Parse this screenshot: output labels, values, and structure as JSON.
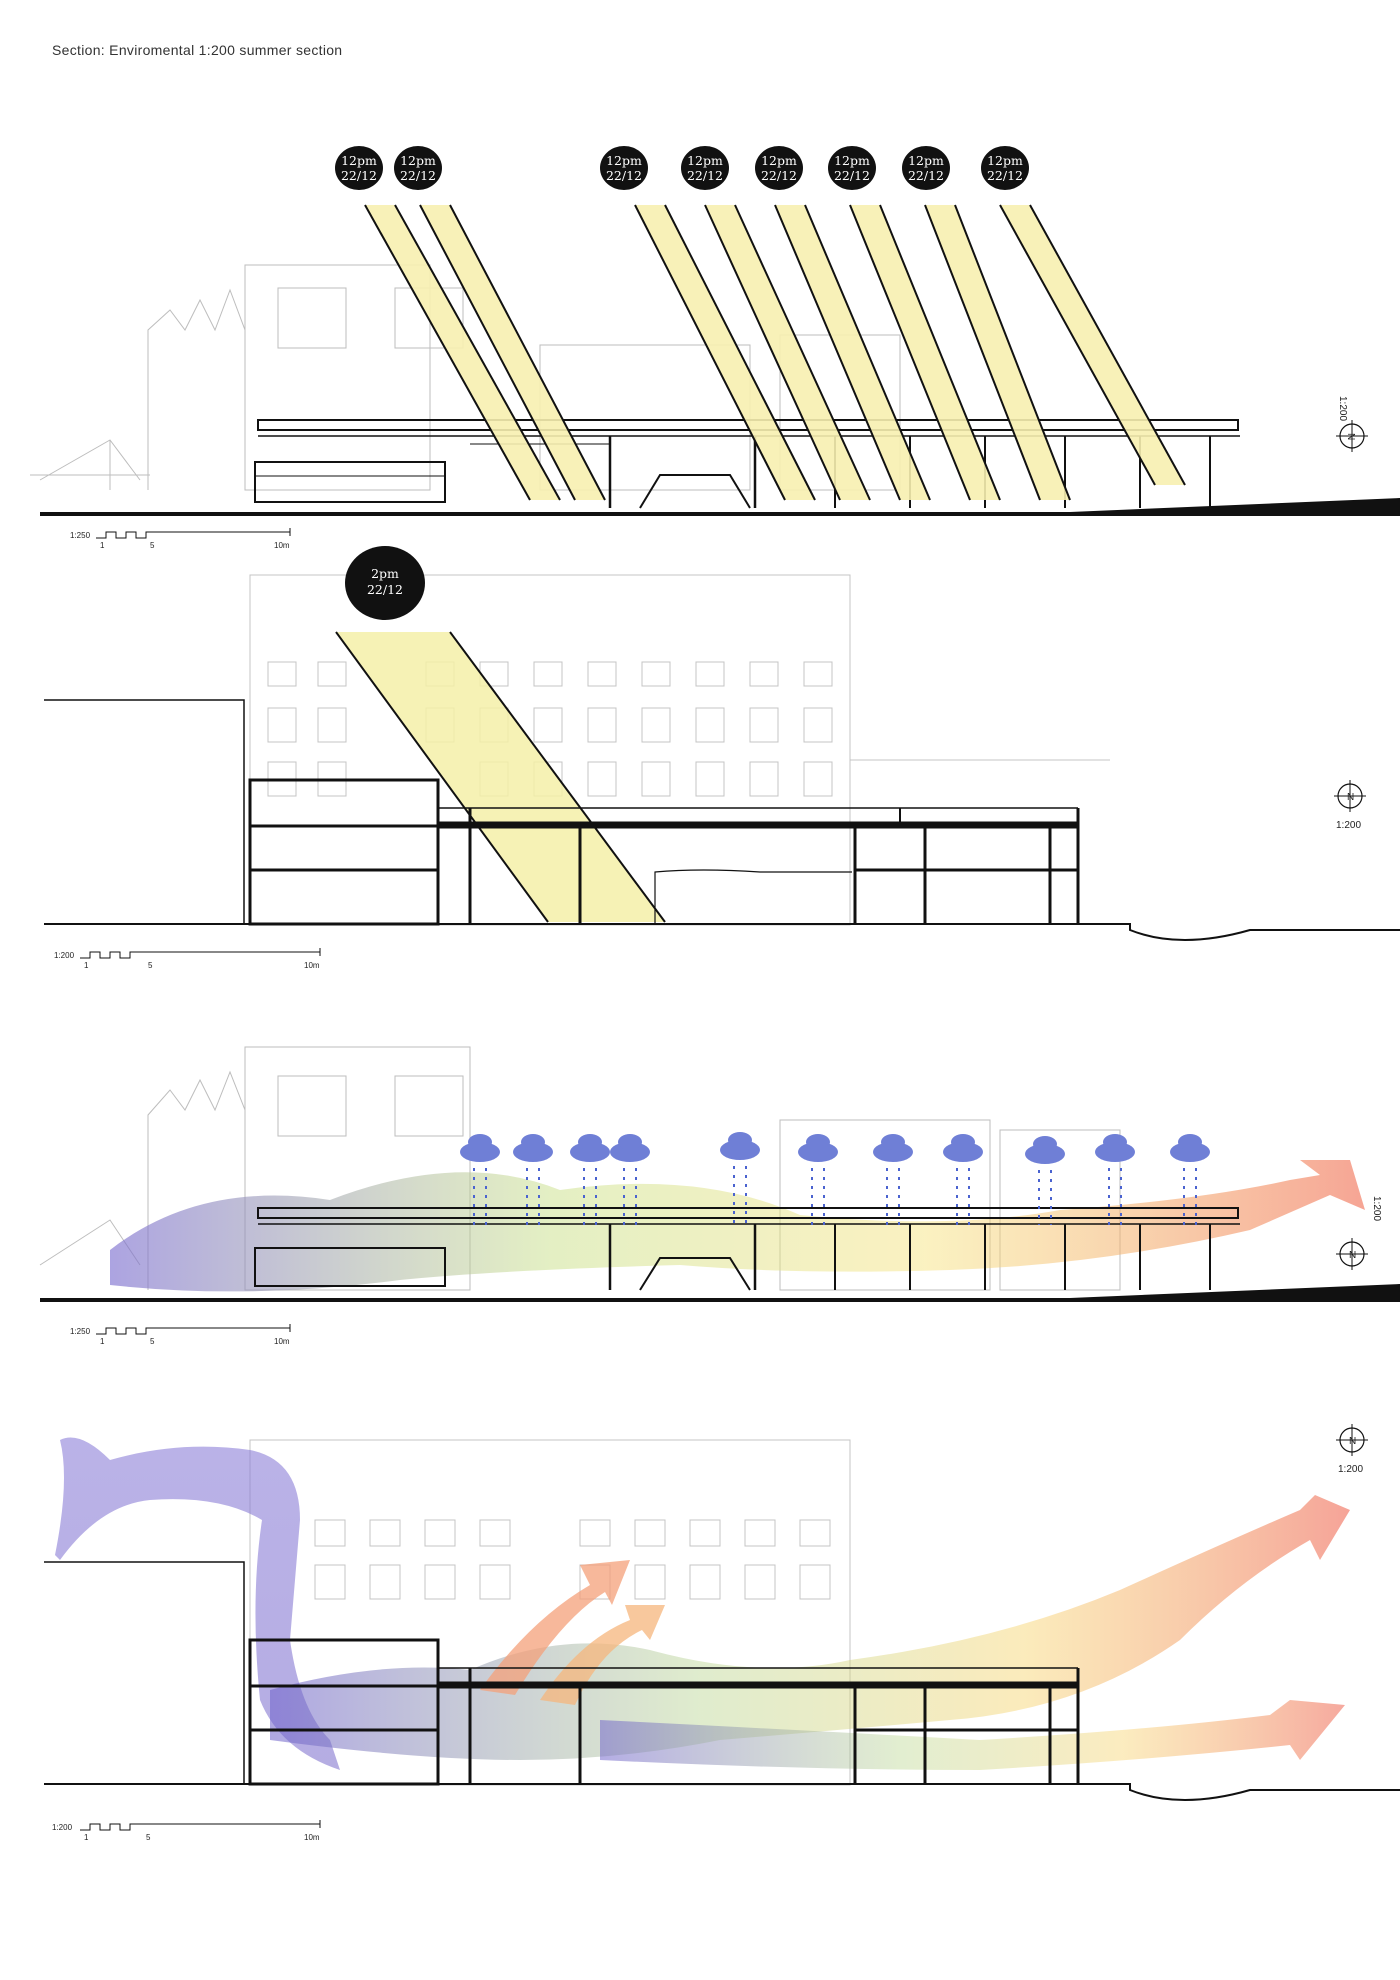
{
  "title": "Section: Enviromental 1:200 summer section",
  "sections": [
    {
      "id": "sun-path-long-section",
      "sun_labels": [
        {
          "time": "12pm",
          "date": "22/12"
        },
        {
          "time": "12pm",
          "date": "22/12"
        },
        {
          "time": "12pm",
          "date": "22/12"
        },
        {
          "time": "12pm",
          "date": "22/12"
        },
        {
          "time": "12pm",
          "date": "22/12"
        },
        {
          "time": "12pm",
          "date": "22/12"
        },
        {
          "time": "12pm",
          "date": "22/12"
        },
        {
          "time": "12pm",
          "date": "22/12"
        }
      ],
      "scale_bar": {
        "ratio": "1:250",
        "ticks": [
          "1",
          "5",
          "10m"
        ]
      },
      "north": {
        "letter": "N",
        "scale": "1:200"
      }
    },
    {
      "id": "sun-path-cross-section",
      "sun_labels": [
        {
          "time": "2pm",
          "date": "22/12"
        }
      ],
      "scale_bar": {
        "ratio": "1:200",
        "ticks": [
          "1",
          "5",
          "10m"
        ]
      },
      "north": {
        "letter": "N",
        "scale": "1:200"
      }
    },
    {
      "id": "rain-airflow-long-section",
      "scale_bar": {
        "ratio": "1:250",
        "ticks": [
          "1",
          "5",
          "10m"
        ]
      },
      "north": {
        "letter": "N",
        "scale": "1:200"
      }
    },
    {
      "id": "airflow-cross-section",
      "scale_bar": {
        "ratio": "1:200",
        "ticks": [
          "1",
          "5",
          "10m"
        ]
      },
      "north": {
        "letter": "N",
        "scale": "1:200"
      }
    }
  ],
  "colors": {
    "sun_beam": "#f7f0b0",
    "rain_cloud": "#6f7fd6",
    "cool_air": "#8a7fd6",
    "warm_air": "#f28a6a",
    "line": "#111111",
    "ghost": "#b9b9b9"
  }
}
